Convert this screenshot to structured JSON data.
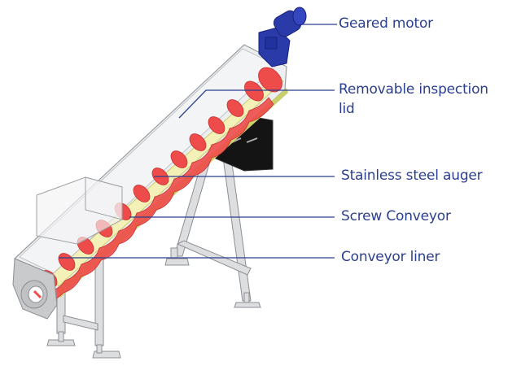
{
  "diagram": {
    "subject": "Inclined screw conveyor with support stands",
    "colors": {
      "label_text": "#2b3f8f",
      "leader_line": "#2b3f8f",
      "motor": "#2a3aa8",
      "auger": "#ee4b4b",
      "liner": "#f3f0b8",
      "liner_edge": "#c9cf6a",
      "housing": "#e6e8ea",
      "frame": "#d6d8da",
      "hopper_box": "#111111"
    },
    "labels": [
      {
        "id": "geared-motor",
        "text": "Geared motor"
      },
      {
        "id": "inspection-lid",
        "text_line1": "Removable inspection",
        "text_line2": "lid"
      },
      {
        "id": "auger",
        "text": "Stainless steel auger"
      },
      {
        "id": "screw-conveyor",
        "text": "Screw Conveyor"
      },
      {
        "id": "conveyor-liner",
        "text": "Conveyor liner"
      }
    ]
  }
}
